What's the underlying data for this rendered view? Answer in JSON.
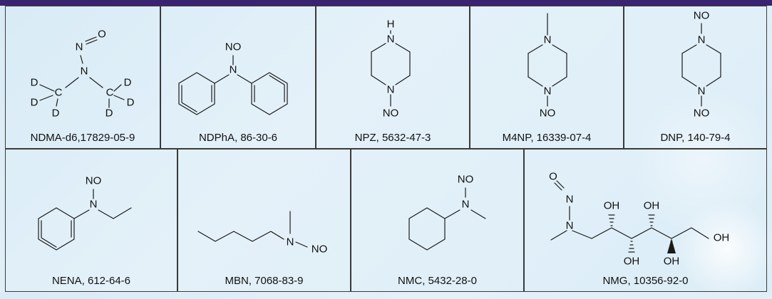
{
  "colors": {
    "header_bar": "#3a2471",
    "background": "#dcedf7",
    "line": "#1a1a1a"
  },
  "atoms": {
    "N": "N",
    "O": "O",
    "NO": "NO",
    "H": "H",
    "D": "D",
    "C": "C",
    "OH": "OH"
  },
  "row1": [
    {
      "label": "NDMA-d6,17829-05-9"
    },
    {
      "label": "NDPhA, 86-30-6"
    },
    {
      "label": "NPZ, 5632-47-3"
    },
    {
      "label": "M4NP, 16339-07-4"
    },
    {
      "label": "DNP, 140-79-4"
    }
  ],
  "row2": [
    {
      "label": "NENA, 612-64-6"
    },
    {
      "label": "MBN, 7068-83-9"
    },
    {
      "label": "NMC, 5432-28-0"
    },
    {
      "label": "NMG, 10356-92-0"
    }
  ]
}
